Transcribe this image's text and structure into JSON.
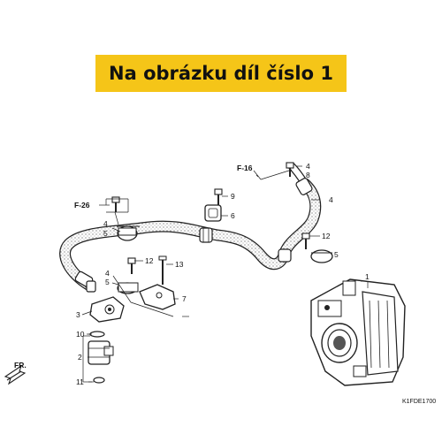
{
  "banner": {
    "text": "Na obrázku díl číslo 1",
    "color": "#f5c518"
  },
  "refs": {
    "f16": "F-16",
    "f26": "F-26"
  },
  "callouts": {
    "c1": "1",
    "c2": "2",
    "c3": "3",
    "c4a": "4",
    "c5a": "5",
    "c4b": "4",
    "c8": "8",
    "c4c": "4",
    "c9": "9",
    "c6": "6",
    "c12a": "12",
    "c5b": "5",
    "c12b": "12",
    "c13": "13",
    "c4d": "4",
    "c5c": "5",
    "c7": "7",
    "c10": "10",
    "c11": "11"
  },
  "front_arrow": {
    "label": "FR.",
    "icon": "front-direction-arrow-icon"
  },
  "diagram_code": "K1FDE1700"
}
